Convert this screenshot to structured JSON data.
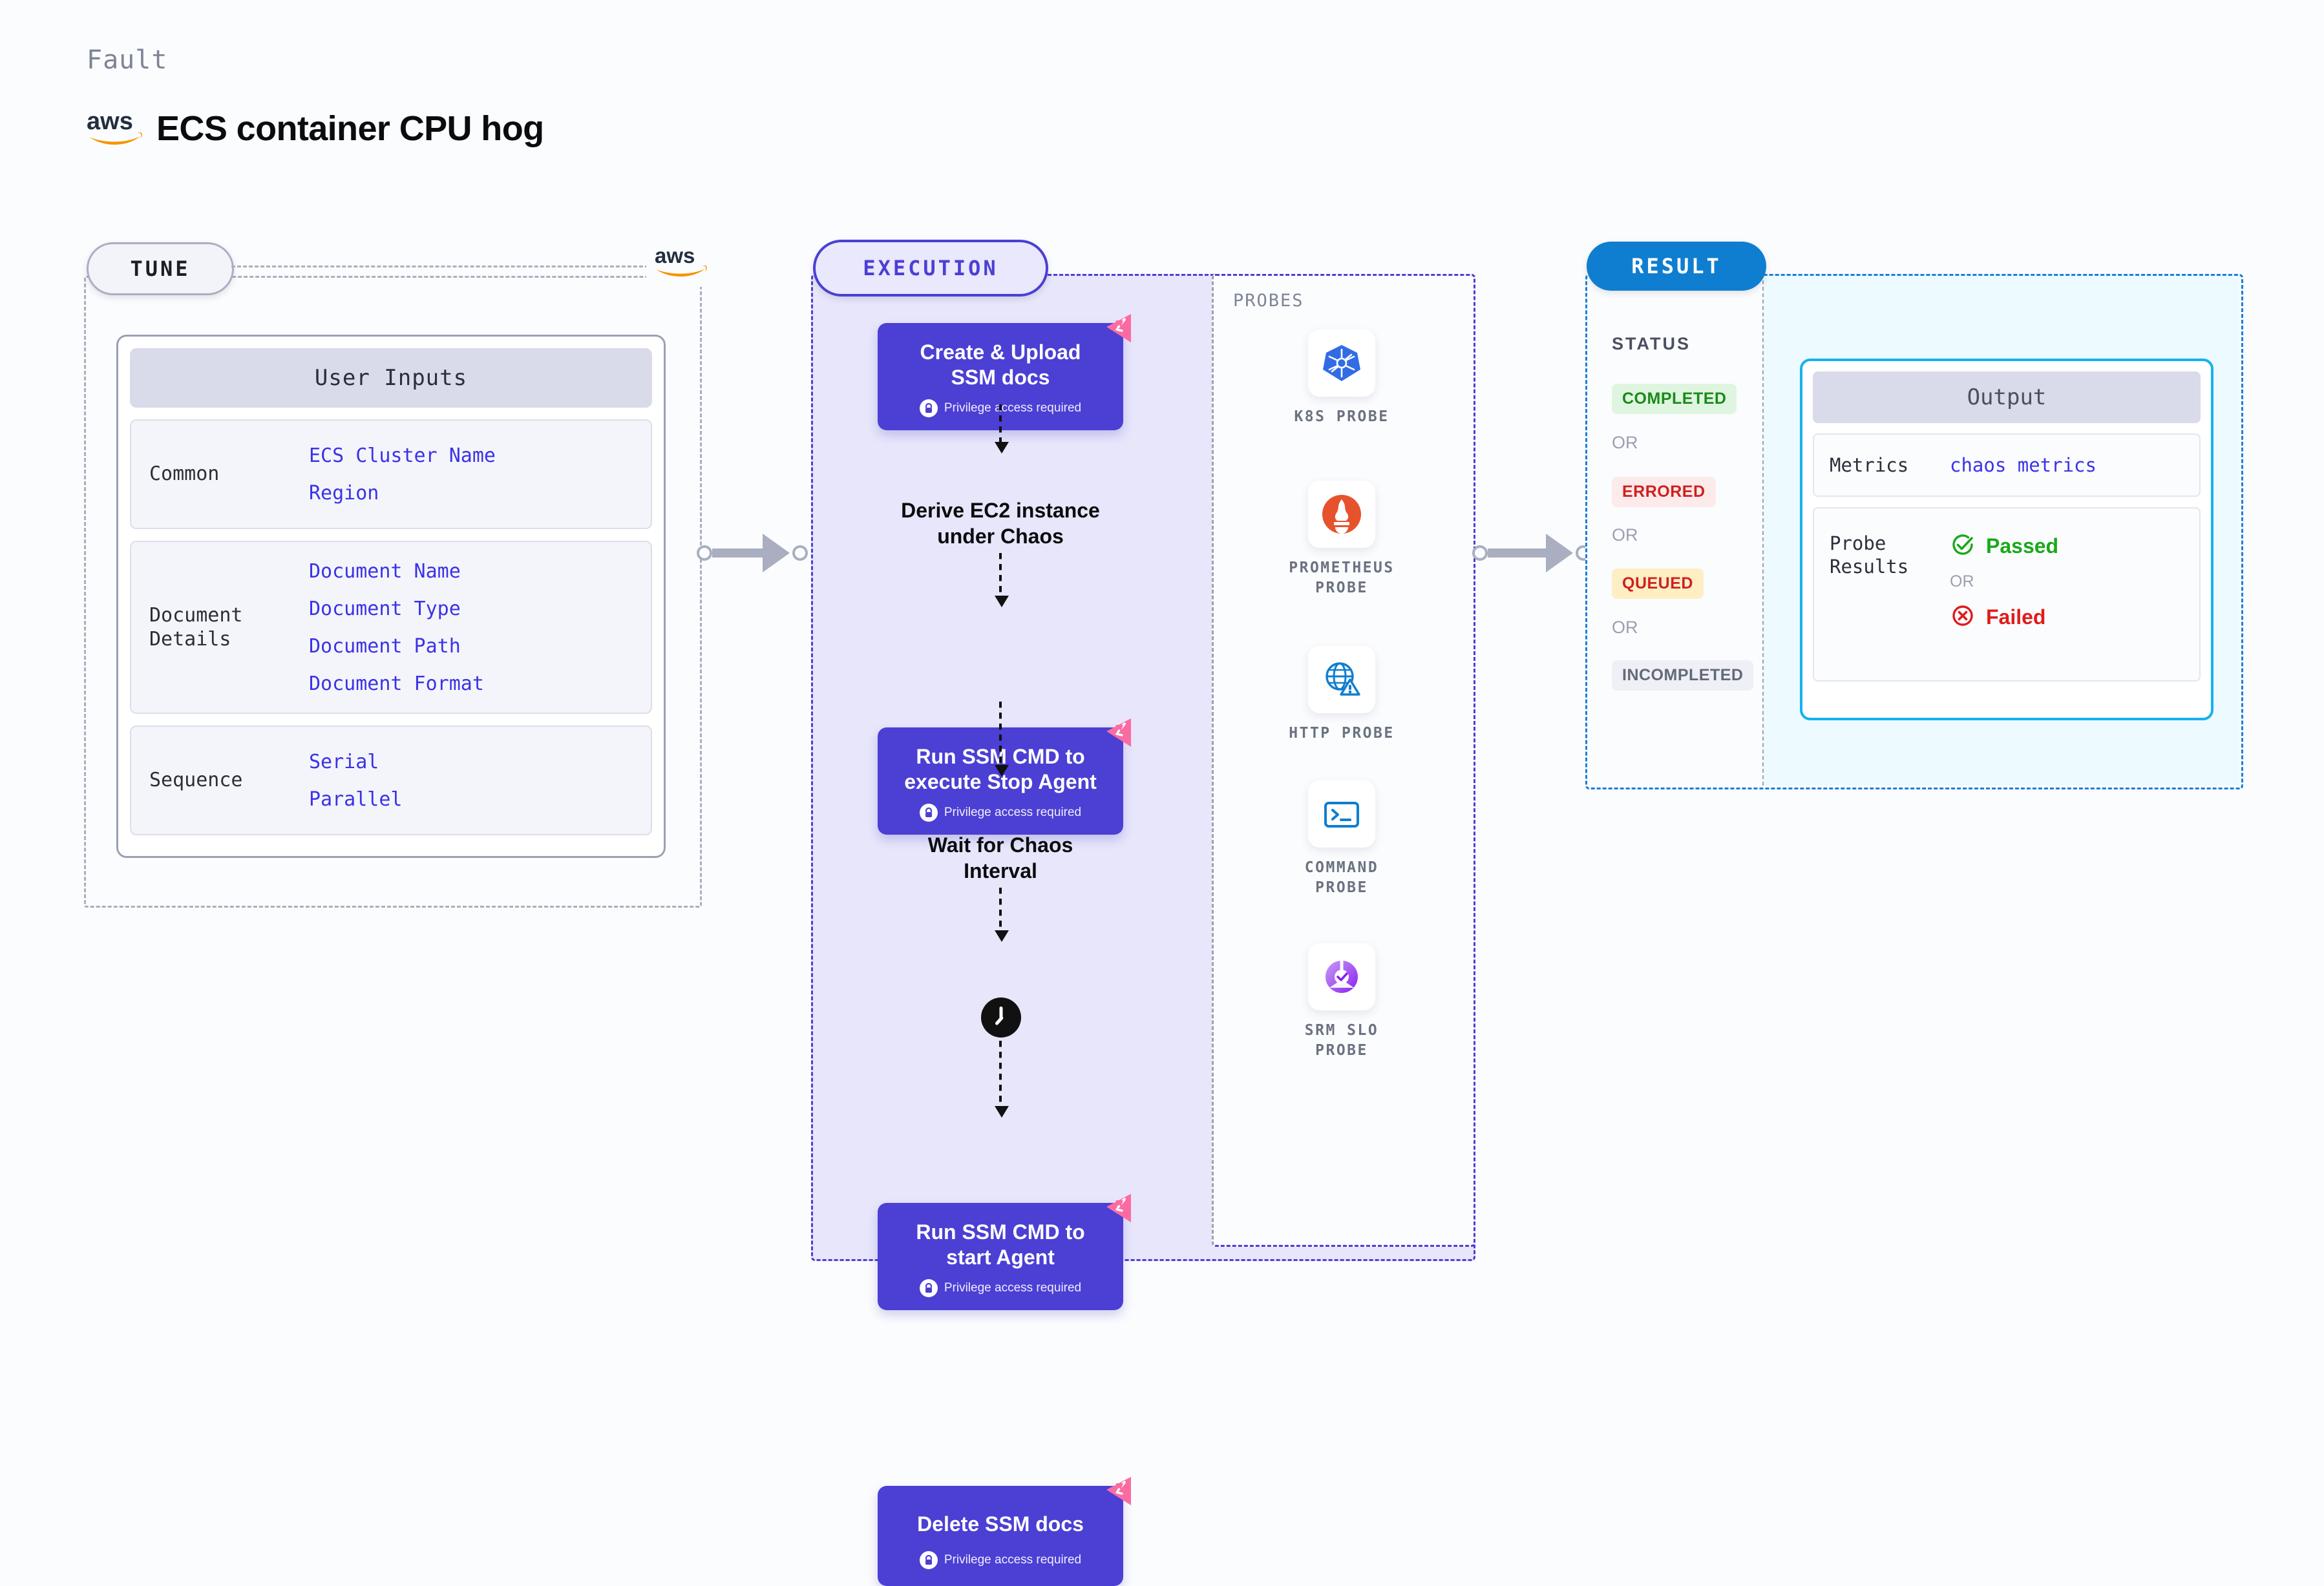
{
  "header": {
    "eyebrow": "Fault",
    "title": "ECS container CPU hog",
    "logo": "aws-logo"
  },
  "tune": {
    "pill": "TUNE",
    "card_title": "User Inputs",
    "groups": [
      {
        "label": "Common",
        "values": [
          "ECS Cluster Name",
          "Region"
        ]
      },
      {
        "label": "Document\nDetails",
        "values": [
          "Document Name",
          "Document Type",
          "Document Path",
          "Document Format"
        ]
      },
      {
        "label": "Sequence",
        "values": [
          "Serial",
          "Parallel"
        ]
      }
    ]
  },
  "execution": {
    "pill": "EXECUTION",
    "privilege_note": "Privilege access required",
    "steps": [
      {
        "kind": "node",
        "title": "Create & Upload\nSSM docs",
        "privileged": true
      },
      {
        "kind": "plain",
        "title": "Derive EC2 instance\nunder Chaos"
      },
      {
        "kind": "node",
        "title": "Run SSM CMD to\nexecute Stop Agent",
        "privileged": true
      },
      {
        "kind": "clock",
        "title": "Wait for Chaos\nInterval"
      },
      {
        "kind": "node",
        "title": "Run SSM CMD to\nstart Agent",
        "privileged": true
      },
      {
        "kind": "node",
        "title": "Delete SSM docs",
        "privileged": true
      }
    ]
  },
  "probes": {
    "title": "PROBES",
    "items": [
      {
        "icon": "kubernetes-icon",
        "label": "K8S PROBE"
      },
      {
        "icon": "prometheus-icon",
        "label": "PROMETHEUS\nPROBE"
      },
      {
        "icon": "http-globe-icon",
        "label": "HTTP PROBE"
      },
      {
        "icon": "terminal-icon",
        "label": "COMMAND\nPROBE"
      },
      {
        "icon": "srm-slo-icon",
        "label": "SRM SLO\nPROBE"
      }
    ]
  },
  "result": {
    "pill": "RESULT",
    "status_title": "STATUS",
    "or_label": "OR",
    "statuses": [
      {
        "label": "COMPLETED",
        "fg": "#1a8a1a",
        "bg": "#dff5df"
      },
      {
        "label": "ERRORED",
        "fg": "#cf2020",
        "bg": "#fdeaea"
      },
      {
        "label": "QUEUED",
        "fg": "#cf2020",
        "bg": "#fdeec4"
      },
      {
        "label": "INCOMPLETED",
        "fg": "#636978",
        "bg": "#eef0f5"
      }
    ],
    "output": {
      "title": "Output",
      "metrics_label": "Metrics",
      "metrics_value": "chaos metrics",
      "probe_label": "Probe\nResults",
      "passed": "Passed",
      "failed": "Failed",
      "or_label": "OR"
    }
  },
  "colors": {
    "brand_purple": "#4b3fd4",
    "result_blue": "#0f7ed0",
    "output_cyan": "#15b2ef",
    "accent_pink": "#fb6ba2",
    "aws_orange": "#f79400",
    "muted": "#7e8496"
  }
}
